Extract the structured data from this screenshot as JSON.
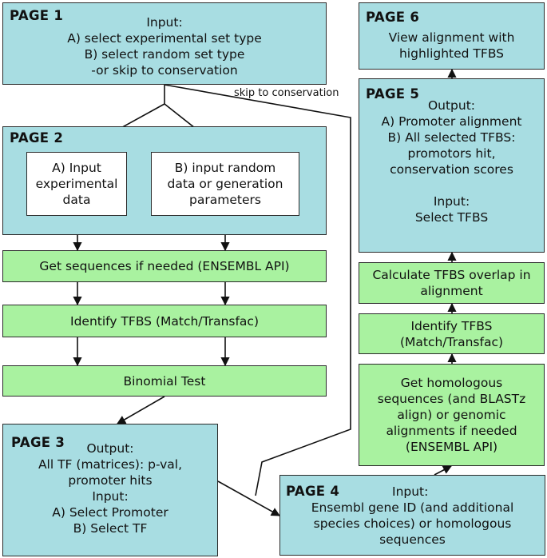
{
  "page1": {
    "label": "PAGE 1",
    "lines": [
      "Input:",
      "A) select experimental set type",
      "B) select random set type",
      "-or skip to conservation"
    ]
  },
  "page2": {
    "label": "PAGE 2",
    "input_experimental": [
      "A) Input",
      "experimental",
      "data"
    ],
    "input_random": [
      "B) input random",
      "data or generation",
      "parameters"
    ]
  },
  "get_sequences": "Get sequences if needed (ENSEMBL API)",
  "identify_tfbs_left": "Identify TFBS (Match/Transfac)",
  "binomial_test": "Binomial Test",
  "page3": {
    "label": "PAGE 3",
    "lines": [
      "Output:",
      "All TF (matrices): p-val,",
      "promoter hits",
      "Input:",
      "A) Select Promoter",
      "B) Select TF"
    ]
  },
  "page4": {
    "label": "PAGE 4",
    "input_title": "Input:",
    "lines": [
      "Ensembl gene ID (and additional",
      "species choices) or homologous",
      "sequences"
    ]
  },
  "homologous": [
    "Get homologous",
    "sequences (and BLASTz",
    "align) or genomic",
    "alignments if needed",
    "(ENSEMBL API)"
  ],
  "identify_tfbs_right": [
    "Identify TFBS",
    "(Match/Transfac)"
  ],
  "overlap": [
    "Calculate TFBS overlap in",
    "alignment"
  ],
  "page5": {
    "label": "PAGE 5",
    "lines": [
      "Output:",
      "A) Promoter alignment",
      "B) All selected TFBS:",
      "promotors hit,",
      "conservation scores",
      "",
      "Input:",
      "Select TFBS"
    ]
  },
  "page6": {
    "label": "PAGE 6",
    "lines": [
      "View alignment with",
      "highlighted TFBS"
    ]
  },
  "skip_annotation": "skip to conservation",
  "colors": {
    "blue_box": "#a8dde2",
    "green_box": "#a9f2a0",
    "stroke": "#2b2b2b"
  }
}
